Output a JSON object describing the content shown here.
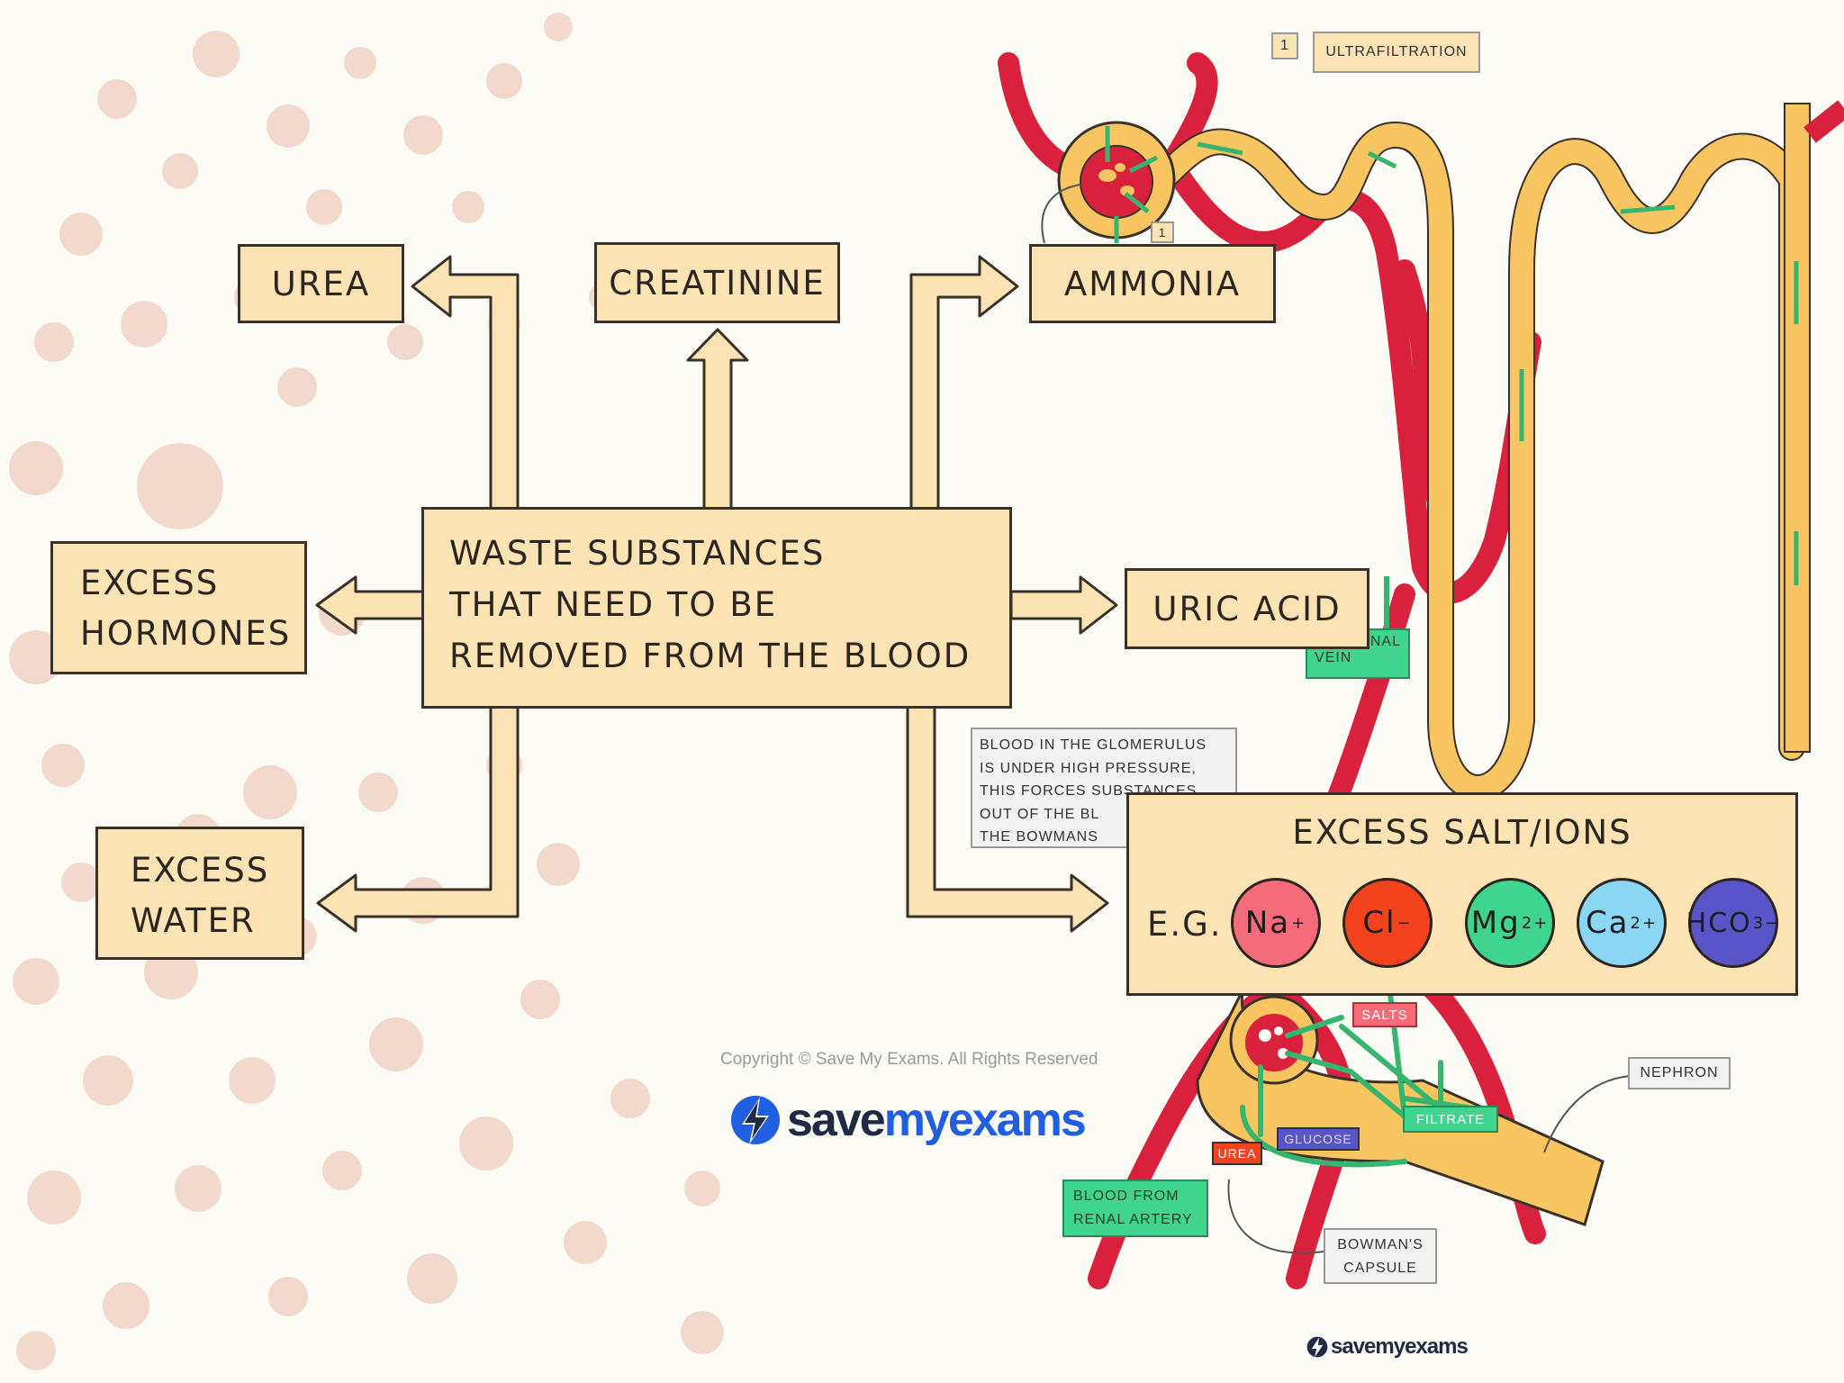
{
  "main_box": {
    "lines": [
      "WASTE  SUBSTANCES",
      "THAT  NEED  TO  BE",
      "REMOVED  FROM  THE  BLOOD"
    ]
  },
  "outputs": {
    "urea": "UREA",
    "creatinine": "CREATININE",
    "ammonia": "AMMONIA",
    "uric_acid": "URIC  ACID",
    "excess_hormones": [
      "EXCESS",
      "HORMONES"
    ],
    "excess_water": [
      "EXCESS",
      "WATER"
    ],
    "excess_salt": "EXCESS   SALT/IONS",
    "eg": "E.G."
  },
  "ions": [
    {
      "symbol": "Na",
      "charge": "+",
      "color": "#f56b7a"
    },
    {
      "symbol": "Cl",
      "charge": "−",
      "color": "#f2431c"
    },
    {
      "symbol": "Mg",
      "charge": "2+",
      "color": "#3fd58f"
    },
    {
      "symbol": "Ca",
      "charge": "2+",
      "color": "#8ad6f5"
    },
    {
      "symbol": "HCO",
      "charge": "3−",
      "color": "#5a54c9"
    }
  ],
  "nephron": {
    "step_number": "1",
    "ultrafiltration": "ULTRAFILTRATION",
    "renal_vein": "NAL",
    "vein": "VEIN",
    "note_lines": [
      "BLOOD  IN  THE  GLOMERULUS",
      "IS  UNDER  HIGH  PRESSURE,",
      "THIS  FORCES  SUBSTANCES",
      "OUT  OF  THE  BL",
      "THE  BOWMANS"
    ],
    "salts": "SALTS",
    "filtrate": "FILTRATE",
    "glucose": "GLUCOSE",
    "urea": "UREA",
    "nephron": "NEPHRON",
    "blood_from": [
      "BLOOD  FROM",
      "RENAL  ARTERY"
    ],
    "bowmans": [
      "BOWMAN'S",
      "CAPSULE"
    ]
  },
  "copyright": "Copyright © Save My Exams. All Rights Reserved",
  "brand": {
    "save": "save",
    "my": "my",
    "exams": "exams"
  },
  "brand_small": "savemyexams",
  "colors": {
    "box_fill": "#fce3b4",
    "outline": "#3a3128",
    "blood": "#d9203d",
    "tubule": "#f8c561",
    "arrow_green": "#35b56d",
    "dots": "#f3d9cc",
    "brand_blue": "#1f5fe0"
  }
}
